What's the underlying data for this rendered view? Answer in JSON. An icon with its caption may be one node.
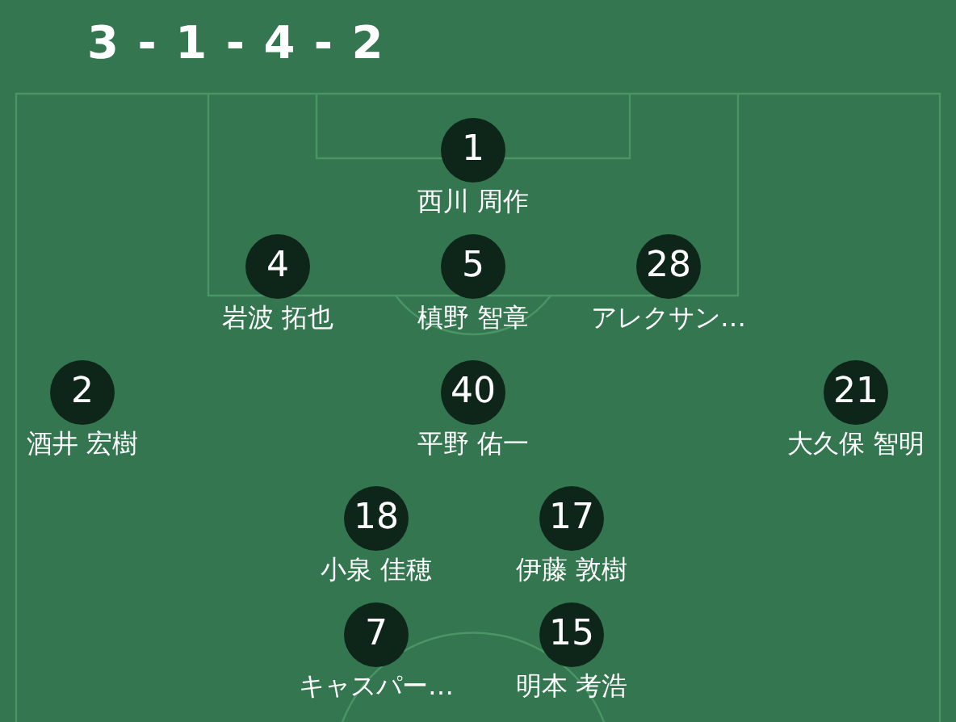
{
  "diagram": {
    "title": "3 - 1 - 4 - 2",
    "nodes": [
      {
        "text": [
          "1"
        ],
        "beside": [
          "西川 周作"
        ]
      },
      {
        "text": [
          "4"
        ],
        "beside": [
          "岩波 拓也"
        ]
      },
      {
        "text": [
          "5"
        ],
        "beside": [
          "槙野 智章"
        ]
      },
      {
        "text": [
          "28"
        ],
        "beside": [
          "アレクサン…"
        ]
      },
      {
        "text": [
          "2"
        ],
        "beside": [
          "酒井 宏樹"
        ]
      },
      {
        "text": [
          "40"
        ],
        "beside": [
          "平野 佑一"
        ]
      },
      {
        "text": [
          "21"
        ],
        "beside": [
          "大久保 智明"
        ]
      },
      {
        "text": [
          "18"
        ],
        "beside": [
          "小泉 佳穂"
        ]
      },
      {
        "text": [
          "17"
        ],
        "beside": [
          "伊藤 敦樹"
        ]
      },
      {
        "text": [
          "7"
        ],
        "beside": [
          "キャスパー…"
        ]
      },
      {
        "text": [
          "15"
        ],
        "beside": [
          "明本 考浩"
        ]
      }
    ]
  }
}
